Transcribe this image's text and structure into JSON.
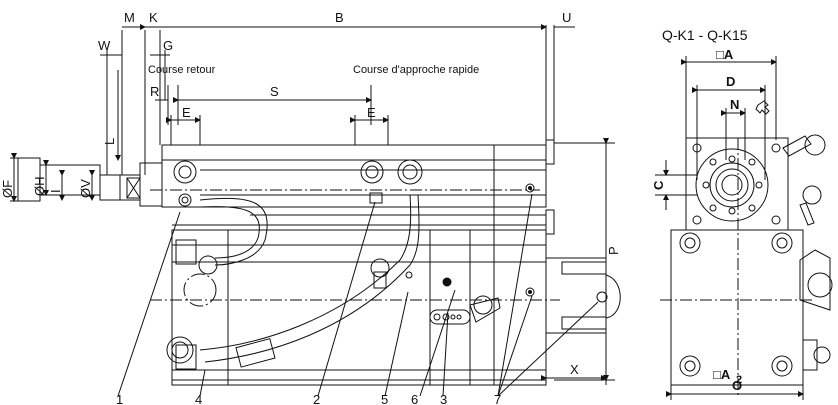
{
  "drawing": {
    "view_title": "Q-K1 - Q-K15",
    "dimensions": {
      "M": "M",
      "K": "K",
      "B": "B",
      "U": "U",
      "W": "W",
      "G": "G",
      "R": "R",
      "S": "S",
      "E1": "E",
      "E2": "E",
      "L": "L",
      "F": "ØF",
      "H": "ØH",
      "I": "I",
      "V": "ØV",
      "P": "P",
      "X": "X",
      "C": "C",
      "A": "□A",
      "D": "D",
      "N": "N",
      "A2_main": "□A",
      "A2_sub": "2",
      "O": "O"
    },
    "annotations": {
      "course_retour": "Course retour",
      "course_rapide": "Course d'approche rapide"
    },
    "callouts": [
      "1",
      "4",
      "2",
      "5",
      "6",
      "3",
      "7"
    ]
  }
}
